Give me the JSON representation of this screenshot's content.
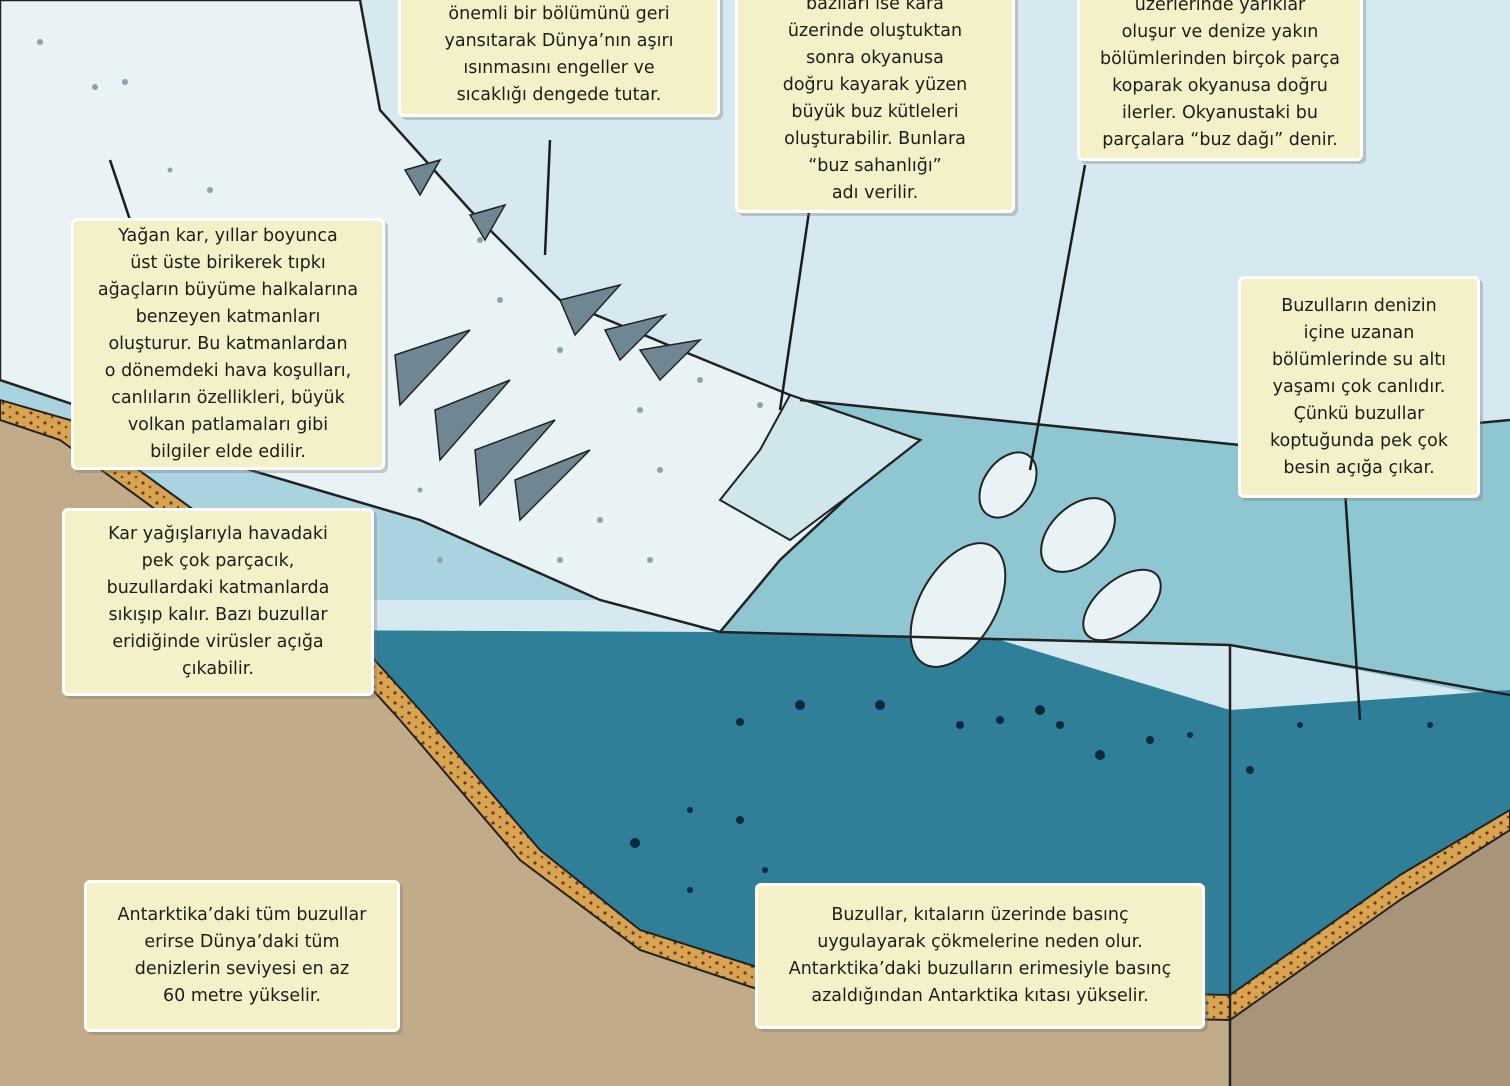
{
  "notes": {
    "albedo": "önemli bir bölümünü geri\nyansıtarak Dünya’nın aşırı\nısınmasını engeller ve\nsıcaklığı dengede tutar.",
    "ice_shelf": "bazıları ise kara\nüzerinde oluştuktan\nsonra okyanusa\ndoğru kayarak yüzen\nbüyük buz kütleleri\noluşturabilir. Bunlara\n“buz sahanlığı”\nadı verilir.",
    "icebergs": "üzerlerinde yarıklar\noluşur ve denize yakın\nbölümlerinden birçok parça\nkoparak okyanusa doğru\nilerler. Okyanustaki bu\nparçalara “buz dağı” denir.",
    "snow_layers": "Yağan kar, yıllar boyunca\nüst üste birikerek tıpkı\nağaçların büyüme halkalarına\nbenzeyen katmanları\noluşturur. Bu katmanlardan\no dönemdeki hava koşulları,\ncanlıların özellikleri, büyük\nvolkan patlamaları gibi\nbilgiler elde edilir.",
    "underwater_life": "Buzulların denizin\niçine uzanan\nbölümlerinde su altı\nyaşamı çok canlıdır.\nÇünkü buzullar\nkoptuğunda pek çok\nbesin açığa çıkar.",
    "particles": "Kar yağışlarıyla havadaki\npek çok parçacık,\nbuzullardaki katmanlarda\nsıkışıp kalır. Bazı buzullar\neridiğinde virüsler açığa\nçıkabilir.",
    "sea_level": "Antarktika’daki tüm buzullar\nerirse Dünya’daki tüm\ndenizlerin seviyesi en az\n60 metre yükselir.",
    "pressure": "Buzullar, kıtaların üzerinde basınç\nuygulayarak çökmelerine neden olur.\nAntarktika’daki buzulların erimesiyle basınç\nazaldığından Antarktika kıtası yükselir."
  },
  "colors": {
    "sky": "#d7e9f0",
    "glacier_ice": "#e9f3f5",
    "ice_shelf": "#cfe6ea",
    "ocean_surface": "#8ec6d2",
    "ocean_deep": "#2f7f98",
    "bedrock": "#c2ab88",
    "sediment": "#d8a451",
    "note_fill": "#f4f0c8"
  }
}
